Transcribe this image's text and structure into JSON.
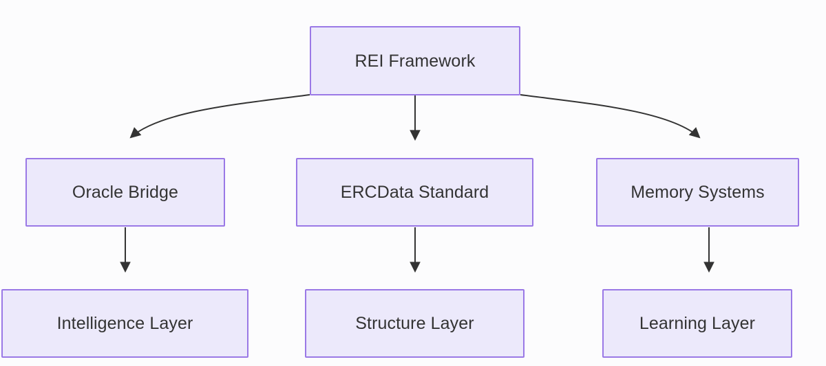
{
  "diagram": {
    "type": "flowchart",
    "direction": "top-down",
    "background_color": "#fcfcfd",
    "node_fill": "#ece9fb",
    "node_border": "#9a78e6",
    "node_text_color": "#333333",
    "edge_color": "#333333",
    "nodes": [
      {
        "id": "rei",
        "label": "REI Framework",
        "row": 1,
        "column": 2
      },
      {
        "id": "oracle",
        "label": "Oracle Bridge",
        "row": 2,
        "column": 1
      },
      {
        "id": "ercdata",
        "label": "ERCData Standard",
        "row": 2,
        "column": 2
      },
      {
        "id": "memory",
        "label": "Memory Systems",
        "row": 2,
        "column": 3
      },
      {
        "id": "intel",
        "label": "Intelligence Layer",
        "row": 3,
        "column": 1
      },
      {
        "id": "structure",
        "label": "Structure Layer",
        "row": 3,
        "column": 2
      },
      {
        "id": "learning",
        "label": "Learning Layer",
        "row": 3,
        "column": 3
      }
    ],
    "edges": [
      {
        "from": "rei",
        "to": "oracle",
        "style": "curved",
        "arrow": "triangle"
      },
      {
        "from": "rei",
        "to": "ercdata",
        "style": "straight",
        "arrow": "triangle"
      },
      {
        "from": "rei",
        "to": "memory",
        "style": "curved",
        "arrow": "triangle"
      },
      {
        "from": "oracle",
        "to": "intel",
        "style": "straight",
        "arrow": "triangle"
      },
      {
        "from": "ercdata",
        "to": "structure",
        "style": "straight",
        "arrow": "triangle"
      },
      {
        "from": "memory",
        "to": "learning",
        "style": "straight",
        "arrow": "triangle"
      }
    ]
  }
}
